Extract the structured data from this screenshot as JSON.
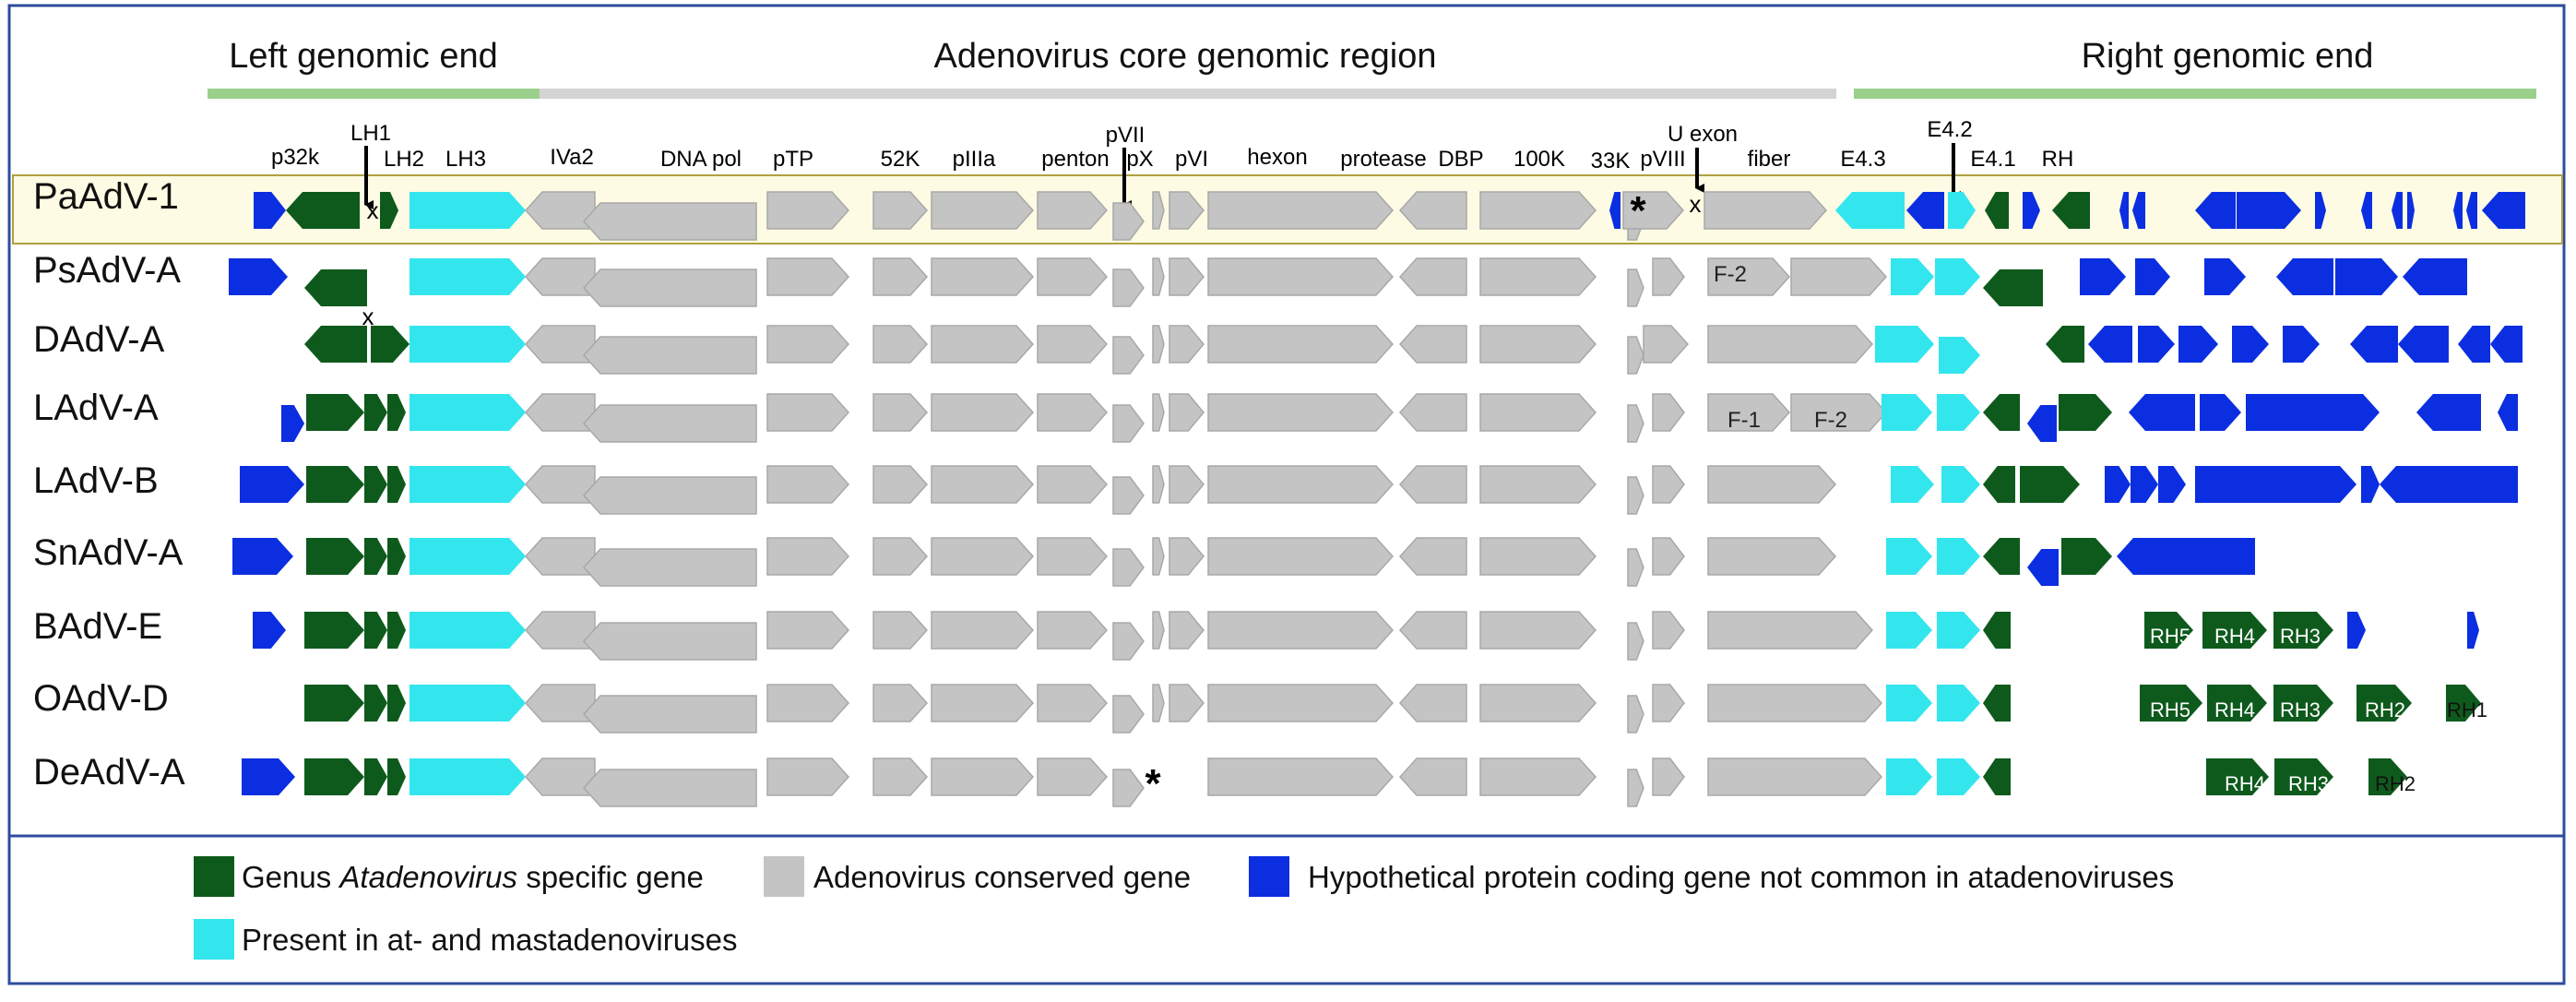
{
  "regions": [
    {
      "label": "Left genomic end",
      "color": "#9bd08c"
    },
    {
      "label": "Adenovirus core genomic region",
      "color": "#d4d4d4"
    },
    {
      "label": "Right genomic end",
      "color": "#9bd08c"
    }
  ],
  "gene_labels": [
    "p32k",
    "LH1",
    "LH2",
    "LH3",
    "IVa2",
    "DNA pol",
    "pTP",
    "52K",
    "pIIIa",
    "penton",
    "pVII",
    "pX",
    "pVI",
    "hexon",
    "protease",
    "DBP",
    "100K",
    "33K",
    "pVIII",
    "U exon",
    "fiber",
    "E4.3",
    "E4.2",
    "E4.1",
    "RH"
  ],
  "genomes": [
    "PaAdV-1",
    "PsAdV-A",
    "DAdV-A",
    "LAdV-A",
    "LAdV-B",
    "SnAdV-A",
    "BAdV-E",
    "OAdV-D",
    "DeAdV-A"
  ],
  "highlight_row": "PaAdV-1",
  "gene_text": {
    "F1": "F-1",
    "F2": "F-2",
    "RH1": "RH1",
    "RH2": "RH2",
    "RH3": "RH3",
    "RH4": "RH4",
    "RH5": "RH5"
  },
  "markers": {
    "cross": "x",
    "asterisk": "*"
  },
  "legend": [
    {
      "key": "specific",
      "prefix": "Genus ",
      "italic": "Atadenovirus",
      "suffix": " specific gene",
      "color": "#0e5a1c"
    },
    {
      "key": "conserved",
      "text": "Adenovirus conserved gene",
      "color": "#c4c4c4"
    },
    {
      "key": "hypothetical",
      "text": "Hypothetical protein coding gene not common in atadenoviruses",
      "color": "#0b2ee0"
    },
    {
      "key": "present",
      "text": "Present in at- and mastadenoviruses",
      "color": "#33e6ee"
    }
  ],
  "colors": {
    "specific": "#0e5a1c",
    "conserved": "#c4c4c4",
    "hypothetical": "#0b2ee0",
    "present": "#33e6ee",
    "frame": "#2e4c9c",
    "highlight_fill": "#fdfbe3",
    "highlight_stroke": "#b0a040"
  }
}
